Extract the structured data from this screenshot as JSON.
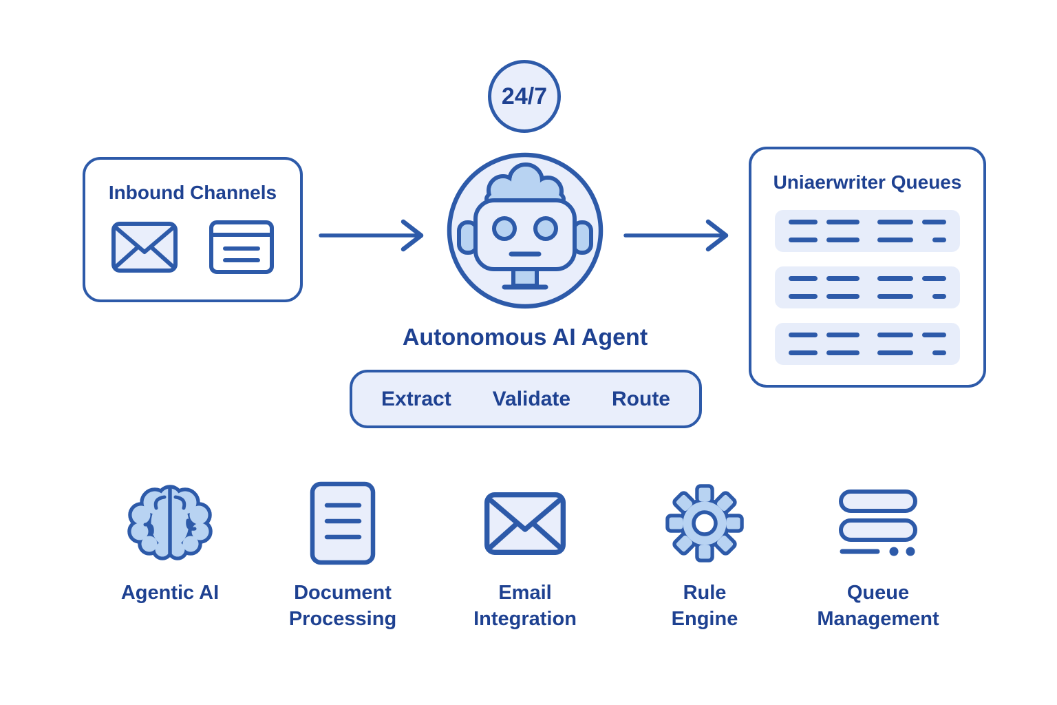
{
  "badge": {
    "label": "24/7"
  },
  "inbound": {
    "title": "Inbound Channels"
  },
  "agent": {
    "label": "Autonomous AI Agent"
  },
  "pipeline": {
    "steps": [
      "Extract",
      "Validate",
      "Route"
    ]
  },
  "queues": {
    "title": "Uniaerwriter Queues",
    "row_count": 3
  },
  "features": [
    {
      "icon": "brain-icon",
      "label": "Agentic AI"
    },
    {
      "icon": "document-icon",
      "label": "Document\nProcessing"
    },
    {
      "icon": "envelope-icon",
      "label": "Email\nIntegration"
    },
    {
      "icon": "gear-icon",
      "label": "Rule\nEngine"
    },
    {
      "icon": "queue-icon",
      "label": "Queue\nManagement"
    }
  ],
  "colors": {
    "stroke_blue": "#2d5aa9",
    "text_navy": "#1e4191",
    "fill_light": "#e9eefb",
    "fill_row": "#e7edfa",
    "fill_medium_blue": "#b8d3f2",
    "background": "#ffffff"
  }
}
